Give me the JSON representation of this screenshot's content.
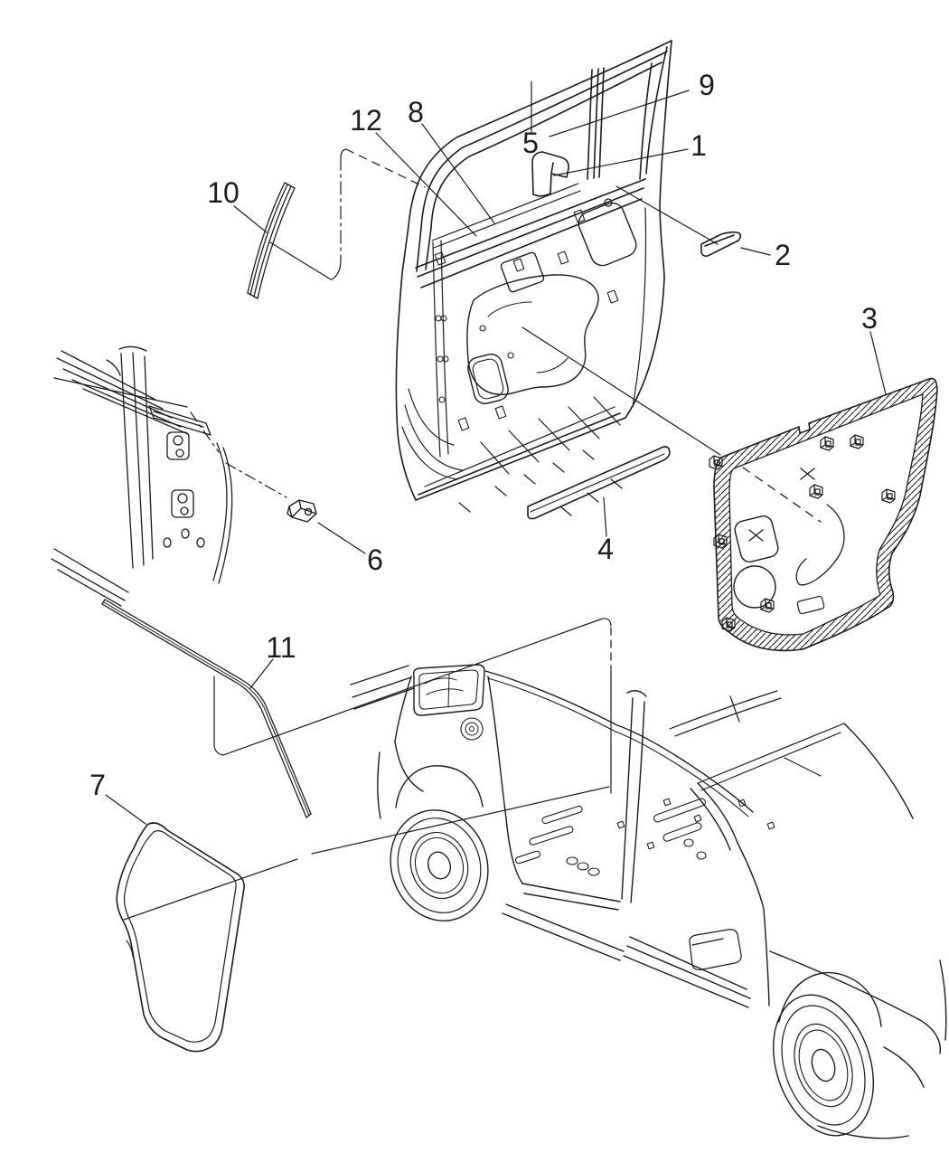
{
  "figure": {
    "background_color": "#ffffff",
    "line_color": "#1c1c1c",
    "type": "exploded-parts-line-diagram"
  },
  "callouts": [
    {
      "label": "1"
    },
    {
      "label": "2"
    },
    {
      "label": "3"
    },
    {
      "label": "4"
    },
    {
      "label": "5"
    },
    {
      "label": "6"
    },
    {
      "label": "7"
    },
    {
      "label": "8"
    },
    {
      "label": "9"
    },
    {
      "label": "10"
    },
    {
      "label": "11"
    },
    {
      "label": "12"
    }
  ]
}
